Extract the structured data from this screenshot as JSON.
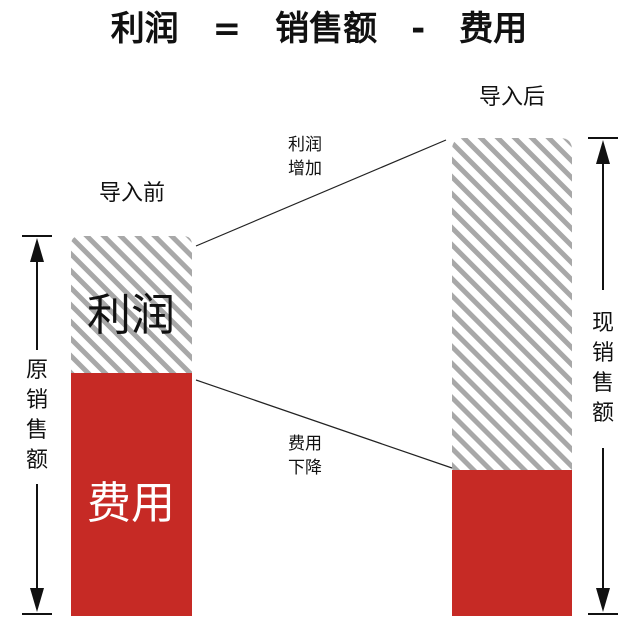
{
  "title": "利润　=　销售额　-　费用",
  "left": {
    "caption": "导入前",
    "profit_label": "利润",
    "cost_label": "费用",
    "side_label": [
      "原",
      "销",
      "售",
      "额"
    ]
  },
  "right": {
    "caption": "导入后",
    "side_label": [
      "现",
      "销",
      "售",
      "额"
    ]
  },
  "annotations": {
    "profit_up": [
      "利润",
      "增加"
    ],
    "cost_down": [
      "费用",
      "下降"
    ]
  },
  "colors": {
    "cost_red": "#c62a25",
    "stripe_gray": "#a8a8a8",
    "line": "#222222"
  }
}
